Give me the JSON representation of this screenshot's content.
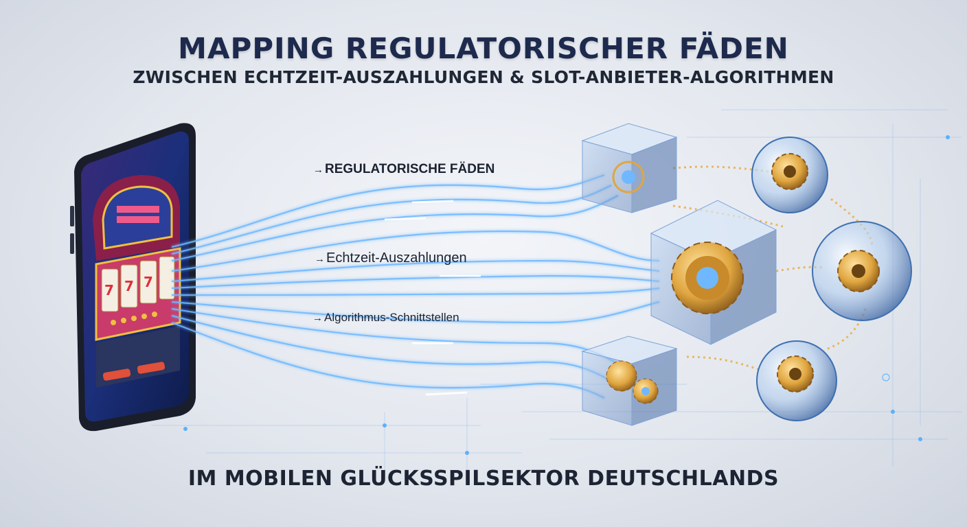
{
  "title": "MAPPING REGULATORISCHER FÄDEN",
  "subtitle": "ZWISCHEN ECHTZEIT-AUSZAHLUNGEN & SLOT-ANBIETER-ALGORITHMEN",
  "footer": "IM MOBILEN GLÜCKSSPILSEKTOR DEUTSCHLANDS",
  "labels": {
    "regulatory": "REGULATORISCHE FÄDEN",
    "payouts": "Echtzeit-Auszahlungen",
    "interfaces": "Algorithmus-Schnittstellen"
  },
  "colors": {
    "thread": "#6fb8ff",
    "thread_glow": "#3d8cff",
    "gear": "#e0a640",
    "gear_dark": "#8a5a1a",
    "cube": "#7fa4d6",
    "phone": "#1c2233",
    "slot": "#c83b6a"
  },
  "icons": [
    "phone-icon",
    "slot-machine-icon",
    "gear-icon",
    "cube-icon",
    "sphere-icon",
    "arrow-right-icon"
  ]
}
